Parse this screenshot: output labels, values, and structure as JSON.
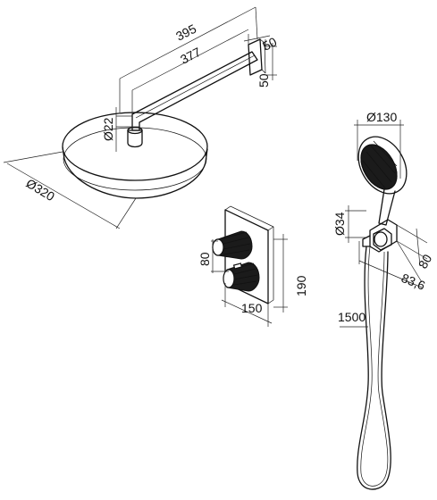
{
  "dimensions": {
    "arm_length_total": "395",
    "arm_length": "377",
    "wall_plate_width": "50",
    "wall_plate_height": "50",
    "arm_diameter": "Ø22",
    "head_diameter": "Ø320",
    "handshower_head_diameter": "Ø130",
    "handshower_holder_diameter": "Ø34",
    "holder_projection": "80",
    "holder_depth": "83,6",
    "hose_length": "1500",
    "valve_knob_spacing": "80",
    "valve_plate_height": "190",
    "valve_plate_width": "150"
  }
}
